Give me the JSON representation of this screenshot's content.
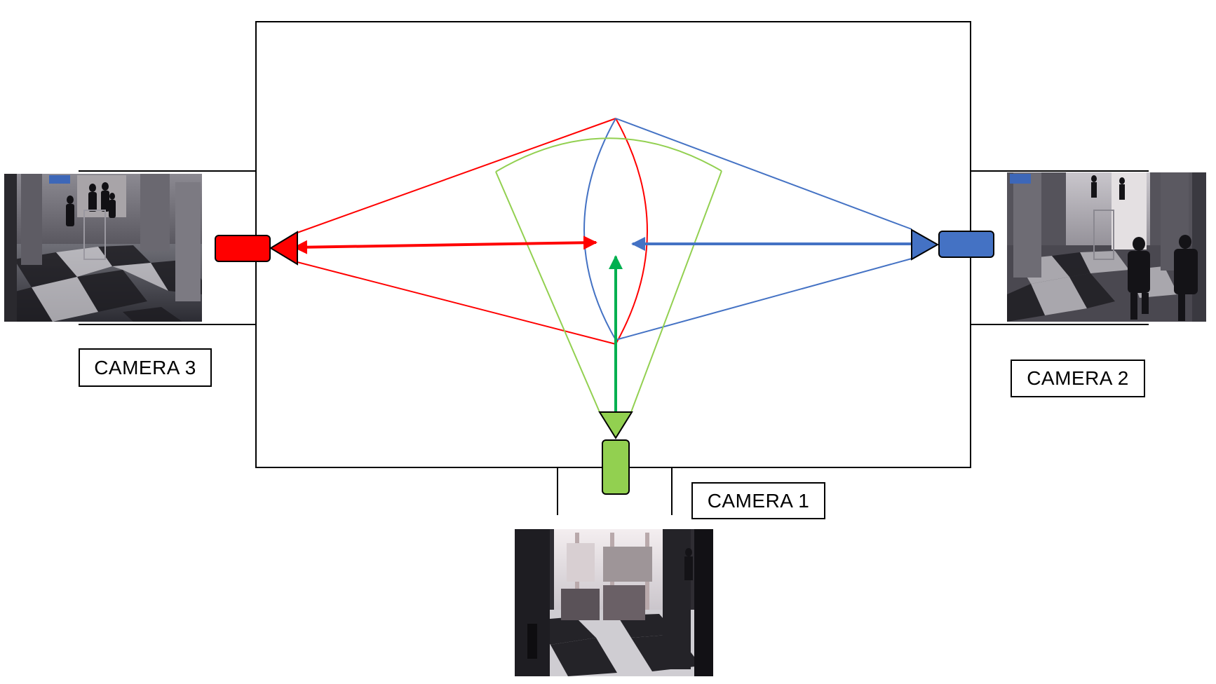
{
  "cameras": [
    {
      "id": "camera-1",
      "label": "CAMERA 1",
      "color": "#92D050",
      "fov_color": "#92D050",
      "arrow_color": "#00B050"
    },
    {
      "id": "camera-2",
      "label": "CAMERA 2",
      "color": "#4472C4",
      "fov_color": "#4472C4",
      "arrow_color": "#4472C4"
    },
    {
      "id": "camera-3",
      "label": "CAMERA 3",
      "color": "#FF0000",
      "fov_color": "#FF0000",
      "arrow_color": "#FF0000"
    }
  ],
  "colors": {
    "room_outline": "#000000",
    "background": "#FFFFFF"
  }
}
